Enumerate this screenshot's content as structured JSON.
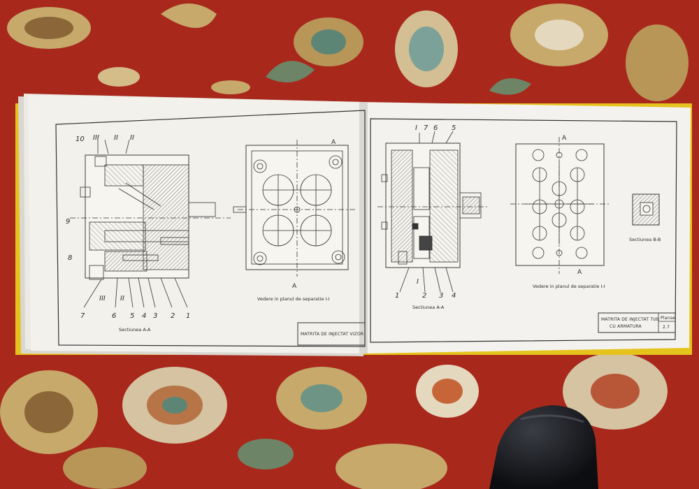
{
  "left_page": {
    "section_caption": "Sectiunea A-A",
    "view_caption": "Vedere in planul de separatie I-I",
    "section_marker": "A",
    "bottom_numbers": [
      "7",
      "6",
      "5",
      "4",
      "3",
      "2",
      "1"
    ],
    "side_numbers": [
      "8",
      "9"
    ],
    "top_numbers": [
      "10",
      "III",
      "II",
      "II"
    ],
    "bottom_roman": [
      "III",
      "II"
    ],
    "title_block": "MATRITA DE INJECTAT VIZOR"
  },
  "right_page": {
    "section_caption": "Sectiunea A-A",
    "view_caption": "Vedere in planul de separatie I-I",
    "small_caption": "Sectiunea B-B",
    "section_marker": "A",
    "top_numbers": [
      "I",
      "7",
      "6",
      "5"
    ],
    "bottom_numbers": [
      "1",
      "2",
      "3",
      "4"
    ],
    "bottom_roman": "I",
    "title_block_line1": "MATRITA DE INJECTAT TUB",
    "title_block_line2": "CU ARMATURA",
    "plate_label": "Planse",
    "plate_number": "2.7"
  },
  "colors": {
    "carpet_red": "#a8281c",
    "carpet_gold": "#c8b070",
    "paper": "#f2f1ec",
    "binder_yellow": "#e6c21c",
    "line": "#333333"
  }
}
